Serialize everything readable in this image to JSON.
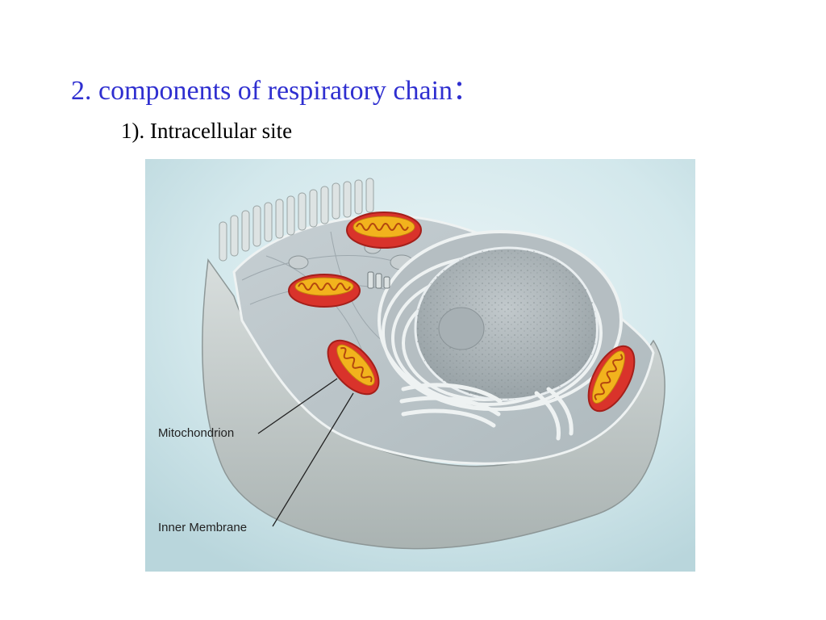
{
  "slide": {
    "title": "2. components of respiratory chain：",
    "subtitle": "1). Intracellular  site"
  },
  "figure": {
    "labels": {
      "mitochondrion": "Mitochondrion",
      "inner_membrane": "Inner Membrane"
    }
  },
  "colors": {
    "title": "#2f2fd0",
    "mitochondrion_outer": "#d9332b",
    "mitochondrion_inner": "#f2b31d",
    "cell_body": "#c9d1d0",
    "background": "#cfe6ea"
  }
}
